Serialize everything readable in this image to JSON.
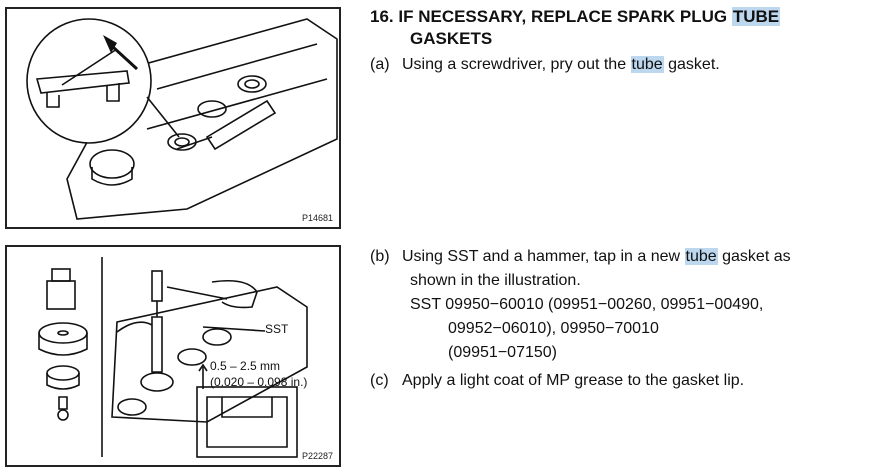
{
  "step": {
    "number": "16.",
    "title_pre": "IF NECESSARY, REPLACE SPARK PLUG ",
    "title_hl": "TUBE",
    "title_line2": "GASKETS"
  },
  "sub_a": {
    "marker": "(a)",
    "pre": "Using a screwdriver, pry out the ",
    "hl": "tube",
    "post": " gasket."
  },
  "sub_b": {
    "marker": "(b)",
    "line1_pre": "Using SST and a hammer, tap in a new ",
    "line1_hl": "tube",
    "line1_post": " gasket as",
    "line2": "shown in the illustration.",
    "line3": "SST 09950−60010 (09951−00260, 09951−00490,",
    "line4": "09952−06010), 09950−70010",
    "line5": "(09951−07150)"
  },
  "sub_c": {
    "marker": "(c)",
    "text": "Apply a light coat of MP grease to the gasket lip."
  },
  "figure1": {
    "code": "P14681"
  },
  "figure2": {
    "code": "P22287",
    "sst_label": "SST",
    "dim_mm": "0.5 – 2.5 mm",
    "dim_in": "(0.020 – 0.098 in.)"
  },
  "colors": {
    "highlight": "#bcd7ee",
    "ink": "#111111"
  }
}
